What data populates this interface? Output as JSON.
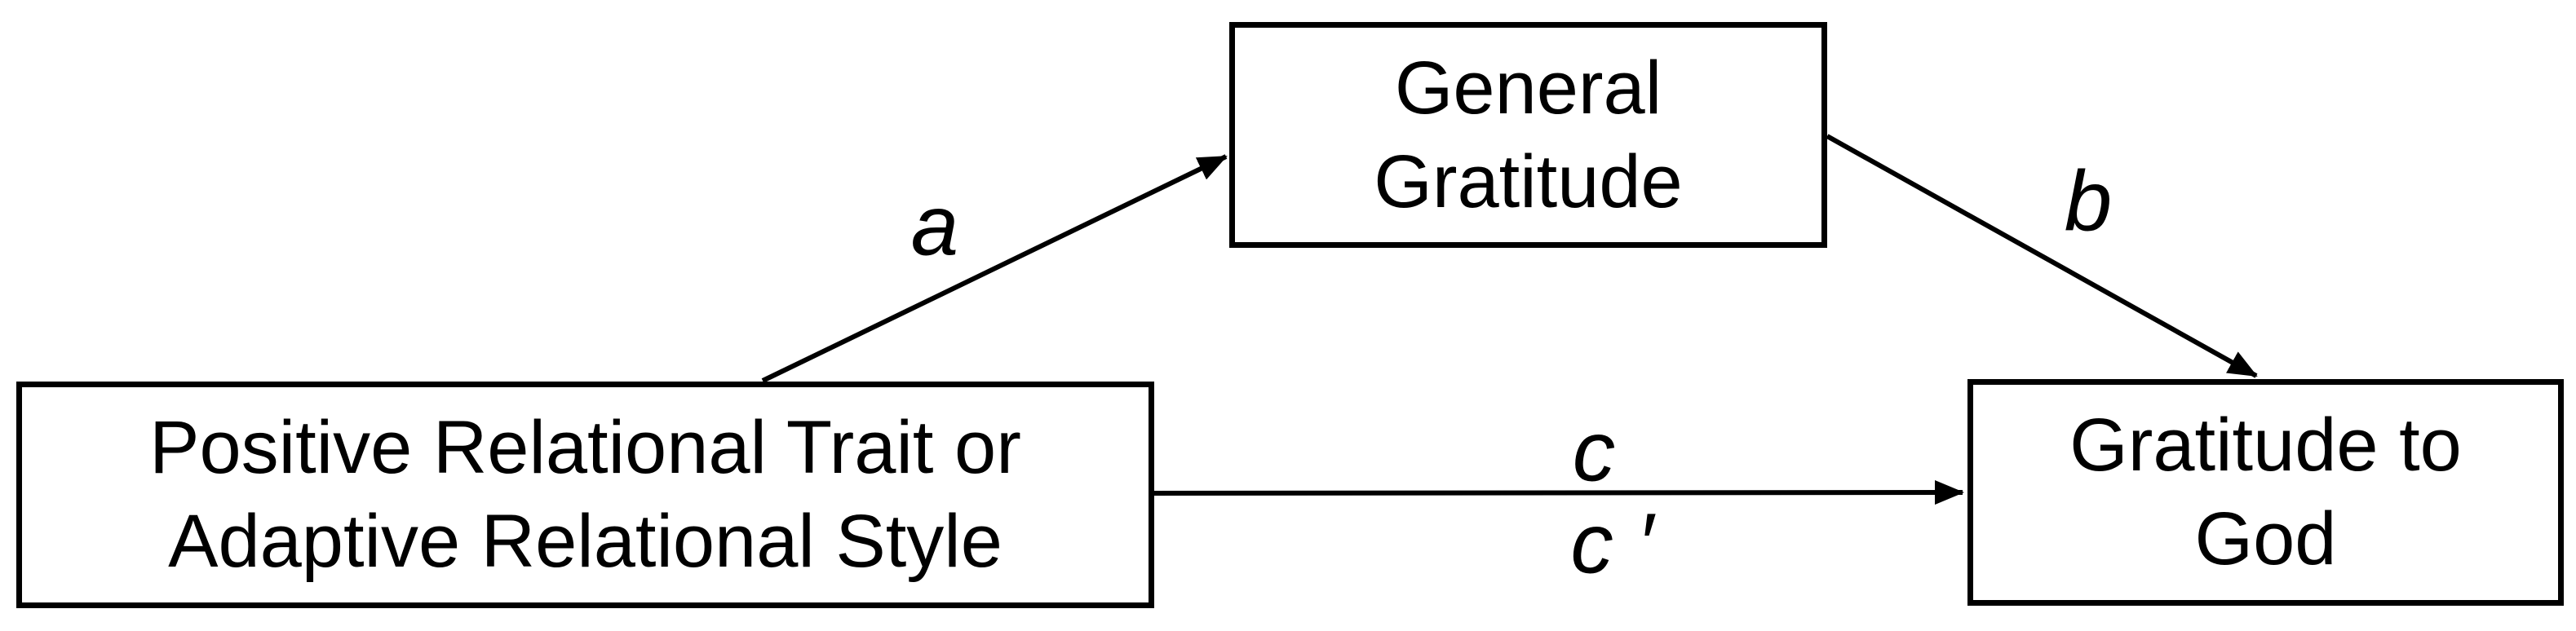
{
  "figure": {
    "background": "#ffffff",
    "line_color": "#000000",
    "box_fill": "#ffffff",
    "boxes": {
      "predictor": {
        "lines": [
          "Positive Relational Trait or",
          "Adaptive Relational Style"
        ]
      },
      "mediator": {
        "lines": [
          "General",
          "Gratitude"
        ]
      },
      "outcome": {
        "lines": [
          "Gratitude to",
          "God"
        ]
      }
    },
    "paths": {
      "a_label": "a",
      "b_label": "b",
      "c_label": "c",
      "c_prime_label": "c ′"
    }
  }
}
